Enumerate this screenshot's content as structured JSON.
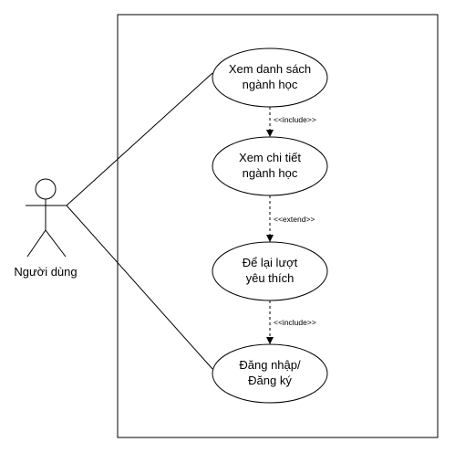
{
  "actor": {
    "label": "Người dùng"
  },
  "use_cases": [
    {
      "id": "uc1",
      "lines": [
        "Xem danh sách",
        "ngành học"
      ]
    },
    {
      "id": "uc2",
      "lines": [
        "Xem chi tiết",
        "ngành học"
      ]
    },
    {
      "id": "uc3",
      "lines": [
        "Để lại lượt",
        "yêu thích"
      ]
    },
    {
      "id": "uc4",
      "lines": [
        "Đăng nhập/",
        "Đăng ký"
      ]
    }
  ],
  "relations": [
    {
      "from": "uc1",
      "to": "uc2",
      "label": "<<include>>"
    },
    {
      "from": "uc2",
      "to": "uc3",
      "label": "<<extend>>"
    },
    {
      "from": "uc3",
      "to": "uc4",
      "label": "<<include>>"
    }
  ]
}
